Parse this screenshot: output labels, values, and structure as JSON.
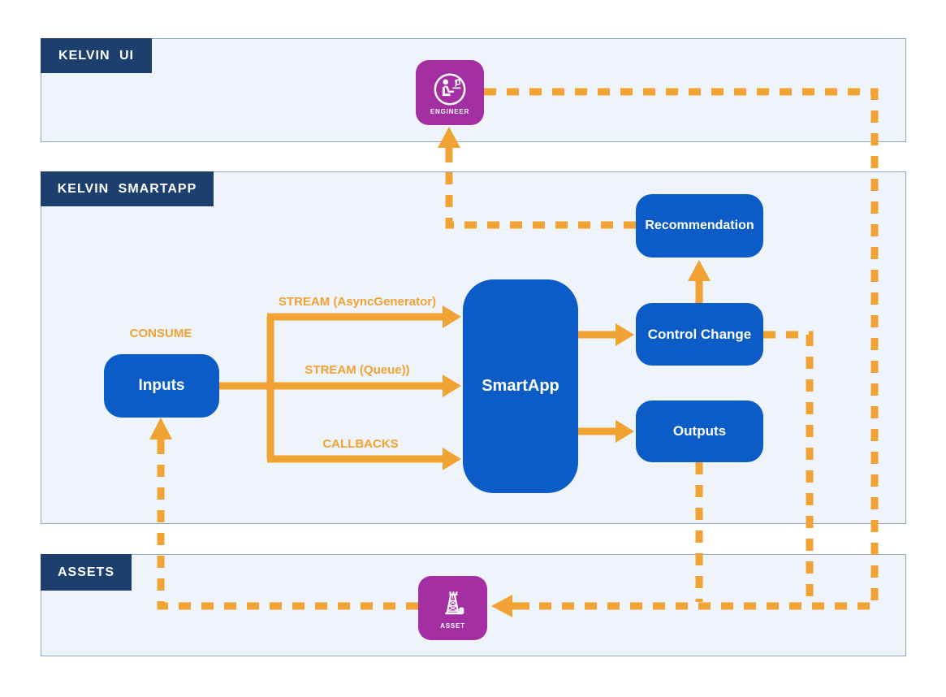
{
  "colors": {
    "accent_orange": "#F0A232",
    "box_blue": "#0B5CC7",
    "label_navy": "#1C3F6E",
    "icon_purple": "#A32FA3",
    "section_bg": "#EEF4F9",
    "section_border": "#8FA8BF"
  },
  "sections": {
    "kelvin_ui": {
      "label": "KELVIN UI"
    },
    "kelvin_smartapp": {
      "label": "KELVIN SMARTAPP"
    },
    "assets": {
      "label": "ASSETS"
    }
  },
  "nodes": {
    "engineer": {
      "label": "ENGINEER",
      "icon": "engineer-at-workstation-icon"
    },
    "asset": {
      "label": "ASSET",
      "icon": "oil-derrick-icon"
    },
    "inputs": {
      "label": "Inputs"
    },
    "smartapp": {
      "label": "SmartApp"
    },
    "recommendation": {
      "label": "Recommendation"
    },
    "control_change": {
      "label": "Control Change"
    },
    "outputs": {
      "label": "Outputs"
    }
  },
  "edge_labels": {
    "consume": "CONSUME",
    "stream_async": "STREAM (AsyncGenerator)",
    "stream_queue": "STREAM (Queue))",
    "callbacks": "CALLBACKS"
  }
}
